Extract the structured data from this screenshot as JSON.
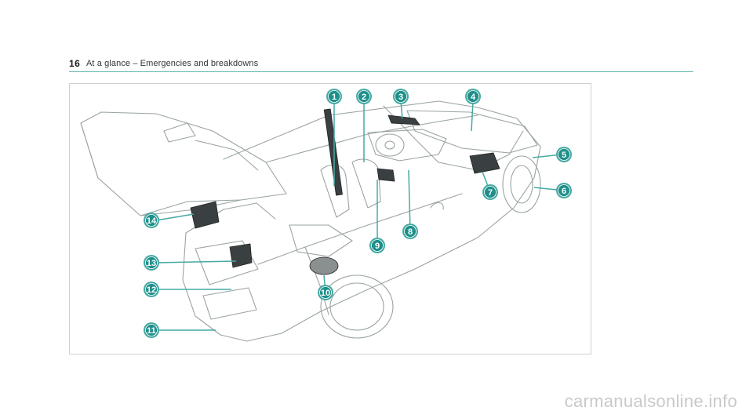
{
  "header": {
    "page_number": "16",
    "section_title": "At a glance – Emergencies and breakdowns"
  },
  "figure": {
    "callouts": [
      {
        "num": "1"
      },
      {
        "num": "2"
      },
      {
        "num": "3"
      },
      {
        "num": "4"
      },
      {
        "num": "5"
      },
      {
        "num": "6"
      },
      {
        "num": "7"
      },
      {
        "num": "8"
      },
      {
        "num": "9"
      },
      {
        "num": "10"
      },
      {
        "num": "11"
      },
      {
        "num": "12"
      },
      {
        "num": "13"
      },
      {
        "num": "14"
      }
    ],
    "accent_color": "#45aaa2",
    "badge_color": "#1f8f8a"
  },
  "watermark": "carmanualsonline.info"
}
